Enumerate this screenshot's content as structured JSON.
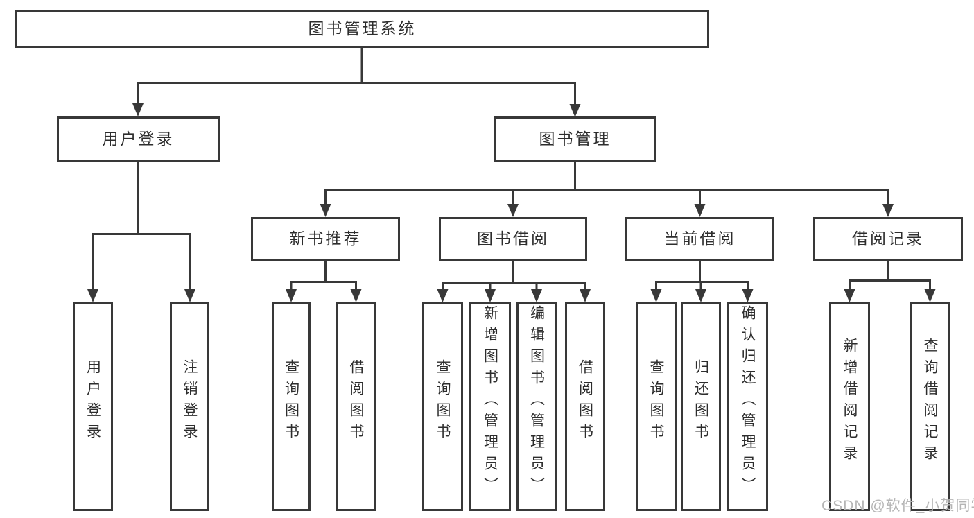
{
  "colors": {
    "line": "#383838",
    "box_border": "#383838",
    "box_fill": "#ffffff",
    "text": "#2d2d2d",
    "watermark": "#b5b5b5",
    "background": "#ffffff"
  },
  "watermark": {
    "text": "CSDN @软件_小贺同学"
  },
  "tree": {
    "root": {
      "label": "图书管理系统"
    },
    "children": [
      {
        "label": "用户登录",
        "children": [
          {
            "label": "用户登录"
          },
          {
            "label": "注销登录"
          }
        ]
      },
      {
        "label": "图书管理",
        "children": [
          {
            "label": "新书推荐",
            "children": [
              {
                "label": "查询图书"
              },
              {
                "label": "借阅图书"
              }
            ]
          },
          {
            "label": "图书借阅",
            "children": [
              {
                "label": "查询图书"
              },
              {
                "label": "新增图书（管理员）"
              },
              {
                "label": "编辑图书（管理员）"
              },
              {
                "label": "借阅图书"
              }
            ]
          },
          {
            "label": "当前借阅",
            "children": [
              {
                "label": "查询图书"
              },
              {
                "label": "归还图书"
              },
              {
                "label": "确认归还（管理员）"
              }
            ]
          },
          {
            "label": "借阅记录",
            "children": [
              {
                "label": "新增借阅记录"
              },
              {
                "label": "查询借阅记录"
              }
            ]
          }
        ]
      }
    ]
  }
}
